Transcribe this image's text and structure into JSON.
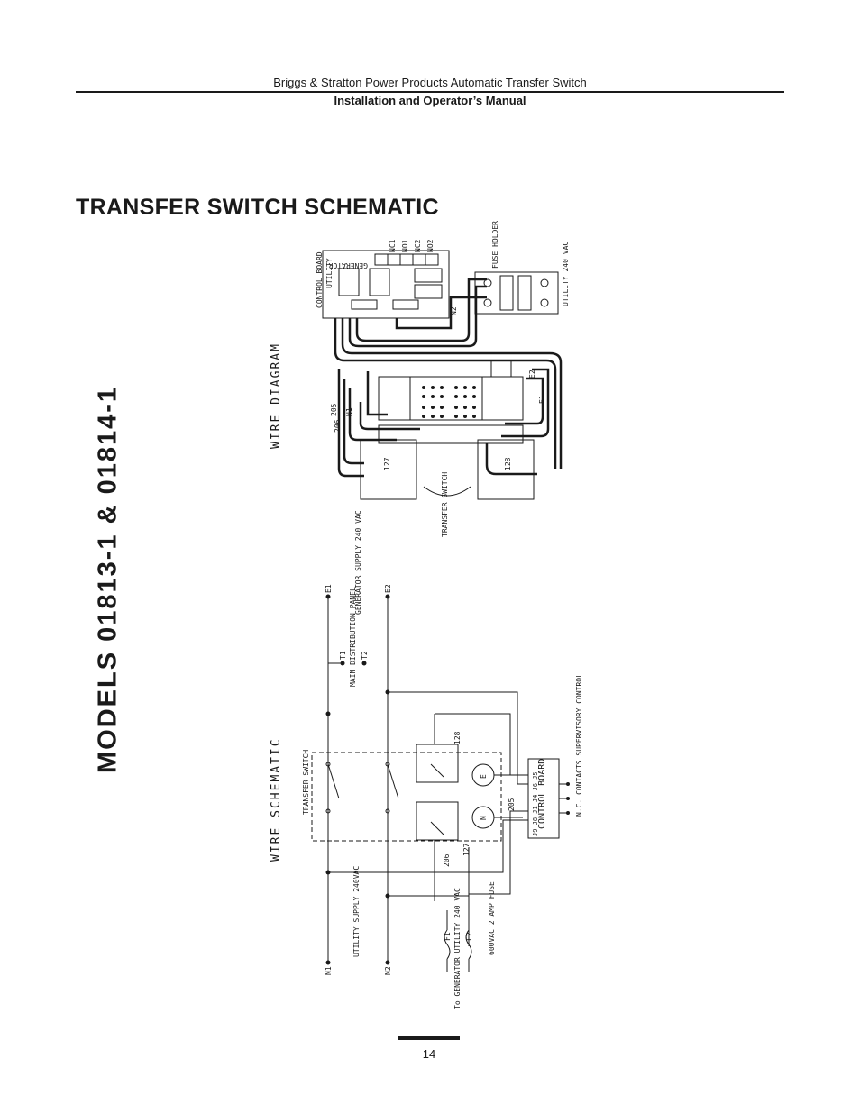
{
  "header": {
    "line1": "Briggs & Stratton Power Products Automatic Transfer Switch",
    "line2": "Installation and Operator’s Manual"
  },
  "title": "TRANSFER SWITCH SCHEMATIC",
  "models": "MODELS 01813-1 & 01814-1",
  "wire_diagram": {
    "heading": "WIRE DIAGRAM",
    "control_board": "CONTROL BOARD",
    "utility": "UTILITY",
    "generator": "GENERATOR",
    "nc1": "NC1",
    "no1": "NO1",
    "nc2": "NC2",
    "no2": "NO2",
    "fuse_holder": "FUSE HOLDER",
    "utility_240": "UTILITY 240 VAC",
    "transfer_switch": "TRANSFER SWITCH",
    "e1": "E1",
    "e2": "E2",
    "n1": "N1",
    "n2": "N2",
    "w127": "127",
    "w128": "128",
    "w205": "205",
    "w206": "206"
  },
  "wire_schematic": {
    "heading": "WIRE SCHEMATIC",
    "transfer_switch": "TRANSFER SWITCH",
    "control_board": "CONTROL BOARD",
    "contacts": "N.C. CONTACTS SUPERVISORY CONTROL",
    "generator_supply": "GENERATOR SUPPLY 240 VAC",
    "main_distribution": "MAIN DISTRIBUTION PANEL",
    "utility_supply": "UTILITY SUPPLY 240VAC",
    "to_generator": "To GENERATOR UTILITY 240 VAC",
    "fuse_spec": "600VAC 2 AMP FUSE",
    "e1": "E1",
    "e2": "E2",
    "t1": "T1",
    "t2": "T2",
    "n1": "N1",
    "n2": "N2",
    "f1": "F1",
    "f2": "F2",
    "e": "E",
    "n": "N",
    "w127": "127",
    "w128": "128",
    "w205": "205",
    "w206": "206",
    "pins": "J9 J8 J1 J4 J6 J5"
  },
  "page_number": "14"
}
